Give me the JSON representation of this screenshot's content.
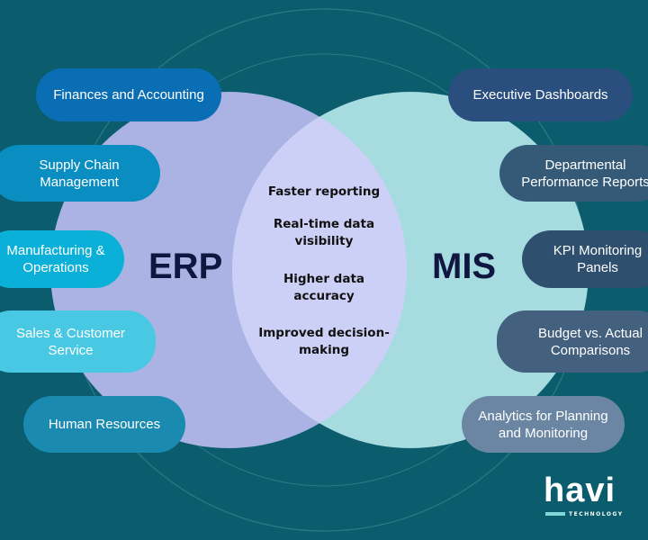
{
  "erp": {
    "label": "ERP",
    "items": [
      "Finances and Accounting",
      "Supply Chain Management",
      "Manufacturing & Operations",
      "Sales & Customer Service",
      "Human Resources"
    ]
  },
  "mis": {
    "label": "MIS",
    "items": [
      "Executive Dashboards",
      "Departmental Performance Reports",
      "KPI Monitoring Panels",
      "Budget vs. Actual Comparisons",
      "Analytics for Planning and Monitoring"
    ]
  },
  "overlap": [
    "Faster reporting",
    "Real-time data visibility",
    "Higher data accuracy",
    "Improved decision-making"
  ],
  "logo": {
    "name": "havi",
    "tagline": "TECHNOLOGY"
  },
  "colors": {
    "background": "#0b5d6d",
    "erp_circle": "#aab3e3",
    "mis_circle": "#a6dcdf",
    "overlap": "#cdd0f6"
  }
}
